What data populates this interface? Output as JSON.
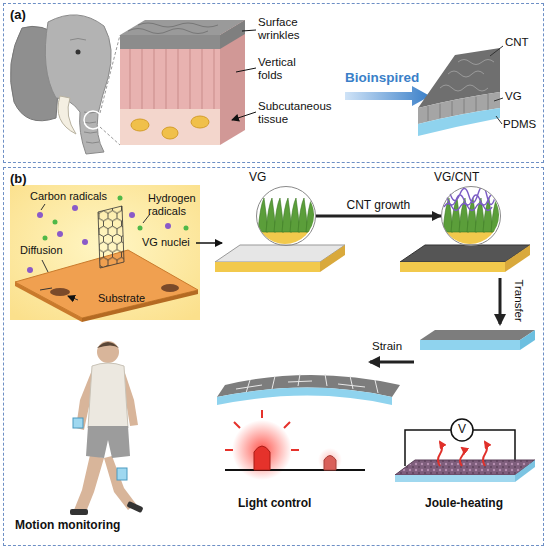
{
  "diagram": {
    "nodes": [
      {
        "text": [
          "(a)"
        ]
      },
      {
        "text": [
          "(b)"
        ]
      },
      {
        "text": [
          "VG"
        ],
        "in": 1
      },
      {
        "text": [
          "VG/CNT"
        ],
        "in": 1
      }
    ],
    "edges": [
      {
        "from": 2,
        "to": 3,
        "arrow": "to",
        "label": "CNT growth"
      }
    ],
    "labels": [
      "Surface wrinkles",
      "Vertical folds",
      "Subcutaneous tissue",
      "Bioinspired",
      "CNT",
      "VG",
      "PDMS",
      "Carbon radicals",
      "Hydrogen radicals",
      "Diffusion",
      "VG nuclei",
      "Substrate",
      "Transfer",
      "Strain",
      "Motion monitoring",
      "Light control",
      "Joule-heating",
      "V"
    ]
  }
}
